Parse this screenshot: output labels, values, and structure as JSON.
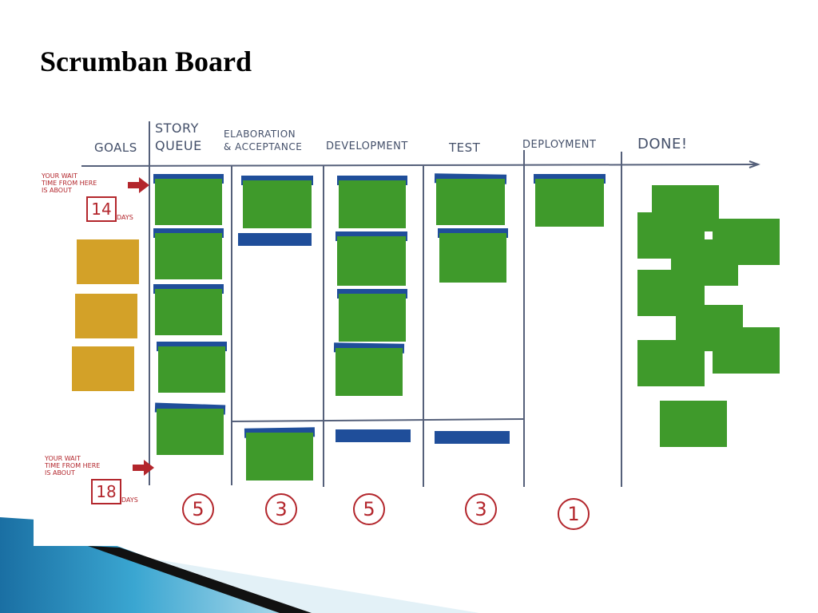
{
  "slide": {
    "title": "Scrumban Board"
  },
  "board": {
    "columns": [
      {
        "name": "goals",
        "label": "Goals"
      },
      {
        "name": "story-queue",
        "label": "Story\nQueue"
      },
      {
        "name": "elaboration-acceptance",
        "label": "Elaboration\n& Acceptance"
      },
      {
        "name": "development",
        "label": "Development"
      },
      {
        "name": "test",
        "label": "Test"
      },
      {
        "name": "deployment",
        "label": "Deployment"
      },
      {
        "name": "done",
        "label": "Done!"
      }
    ],
    "wait_top": {
      "text": "Your Wait\nTime from here\nis about",
      "days": "14",
      "unit": "Days"
    },
    "wait_bottom": {
      "text": "Your Wait\nTime from here\nis about",
      "days": "18",
      "unit": "Days"
    },
    "wip_limits": [
      "5",
      "3",
      "5",
      "3",
      "1"
    ]
  },
  "colors": {
    "sticky_green": "#3f9a2b",
    "sticky_yellow": "#d3a128",
    "sticky_tab_blue": "#1f4e9a",
    "board_line": "#55607a",
    "handwriting_red": "#b3262c",
    "accent_teal": "#1b84b8"
  }
}
